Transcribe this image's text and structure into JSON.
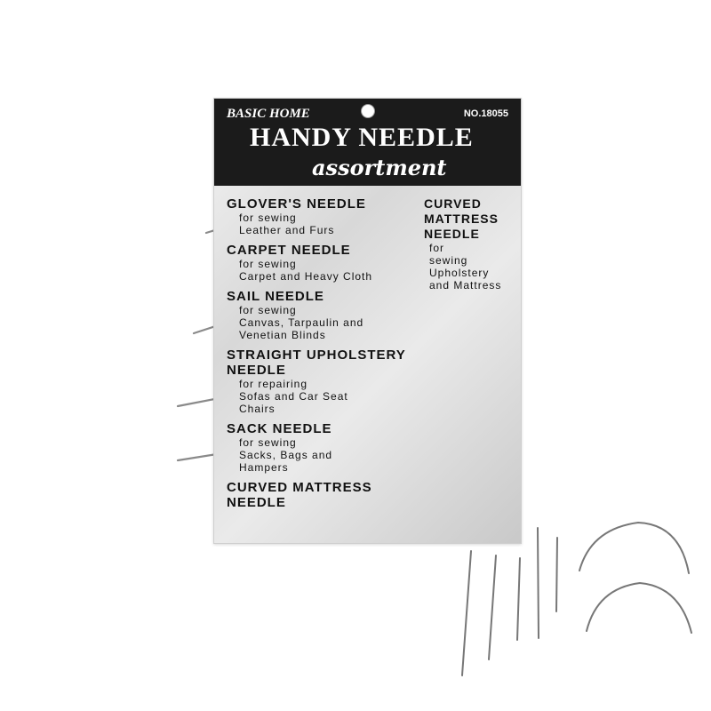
{
  "card": {
    "brand": "BASIC HOME",
    "title": "HANDY NEEDLE",
    "subtitle": "assortment",
    "number": "NO.18055",
    "needles": [
      {
        "name": "GLOVER'S NEEDLE",
        "line1": "for sewing",
        "line2": "Leather and Furs"
      },
      {
        "name": "CARPET NEEDLE",
        "line1": "for sewing",
        "line2": "Carpet and Heavy Cloth"
      },
      {
        "name": "SAIL NEEDLE",
        "line1": "for sewing",
        "line2": "Canvas, Tarpaulin and",
        "line3": "Venetian Blinds"
      },
      {
        "name": "STRAIGHT UPHOLSTERY NEEDLE",
        "line1": "for repairing",
        "line2": "Sofas and Car Seat",
        "line3": "Chairs"
      },
      {
        "name": "SACK NEEDLE",
        "line1": "for sewing",
        "line2": "Sacks, Bags and",
        "line3": "Hampers"
      },
      {
        "name": "CURVED MATTRESS NEEDLE"
      },
      {
        "name": "CURVED MATTRESS NEEDLE",
        "line1": "for",
        "line2": "sewing Upholstery",
        "line3": "and Mattress"
      }
    ]
  },
  "colors": {
    "header": "#1b1b1b",
    "steel": "#8a8a8a"
  }
}
